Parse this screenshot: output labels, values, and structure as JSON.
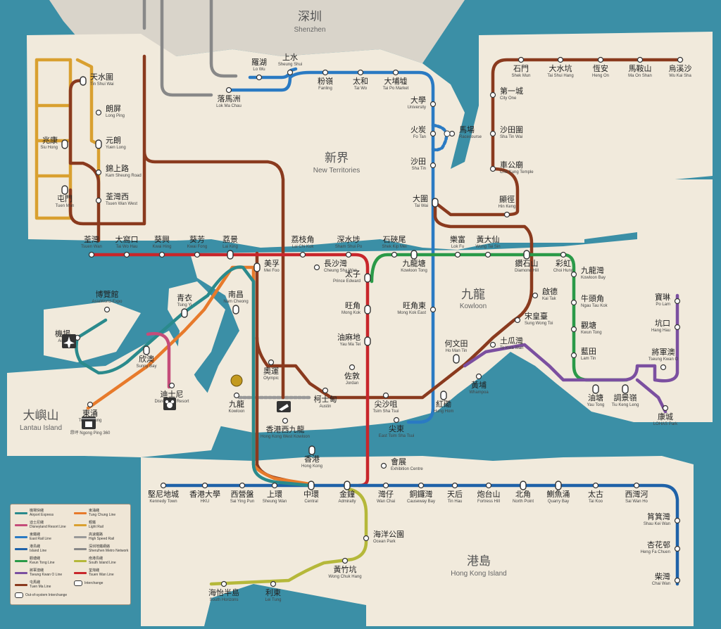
{
  "colors": {
    "sea": "#3b8fa6",
    "land": "#f1eadc",
    "land_grey": "#d9d4ca",
    "airport_express": "#2a8a8c",
    "tung_chung": "#e77a2b",
    "disneyland": "#c54c7a",
    "east_rail": "#2a7ac3",
    "kwun_tong": "#2a9a48",
    "tsuen_wan": "#c8262b",
    "island": "#1f62a8",
    "south_island": "#b5b83a",
    "tseung_kwan_o": "#7b4fa0",
    "tuen_ma": "#8a3a1e",
    "light_rail": "#d9a030",
    "high_speed": "#999999",
    "shenzhen": "#888888"
  },
  "regions": {
    "shenzhen": {
      "zh": "深圳",
      "en": "Shenzhen"
    },
    "new_territories": {
      "zh": "新界",
      "en": "New Territories"
    },
    "kowloon": {
      "zh": "九龍",
      "en": "Kowloon"
    },
    "lantau": {
      "zh": "大嶼山",
      "en": "Lantau Island"
    },
    "hk_island": {
      "zh": "港島",
      "en": "Hong Kong Island"
    }
  },
  "stations": [
    {
      "zh": "天水圍",
      "en": "Tin Shui Wai"
    },
    {
      "zh": "朗屏",
      "en": "Long Ping"
    },
    {
      "zh": "元朗",
      "en": "Yuen Long"
    },
    {
      "zh": "兆康",
      "en": "Siu Hong"
    },
    {
      "zh": "錦上路",
      "en": "Kam Sheung Road"
    },
    {
      "zh": "屯門",
      "en": "Tuen Mun"
    },
    {
      "zh": "荃灣西",
      "en": "Tsuen Wan West"
    },
    {
      "zh": "羅湖",
      "en": "Lo Wu"
    },
    {
      "zh": "上水",
      "en": "Sheung Shui"
    },
    {
      "zh": "落馬洲",
      "en": "Lok Ma Chau"
    },
    {
      "zh": "粉嶺",
      "en": "Fanling"
    },
    {
      "zh": "太和",
      "en": "Tai Wo"
    },
    {
      "zh": "大埔墟",
      "en": "Tai Po Market"
    },
    {
      "zh": "大學",
      "en": "University"
    },
    {
      "zh": "火炭",
      "en": "Fo Tan"
    },
    {
      "zh": "馬場",
      "en": "Racecourse"
    },
    {
      "zh": "沙田",
      "en": "Sha Tin"
    },
    {
      "zh": "大圍",
      "en": "Tai Wai"
    },
    {
      "zh": "石門",
      "en": "Shek Mun"
    },
    {
      "zh": "大水坑",
      "en": "Tai Shui Hang"
    },
    {
      "zh": "恆安",
      "en": "Heng On"
    },
    {
      "zh": "馬鞍山",
      "en": "Ma On Shan"
    },
    {
      "zh": "烏溪沙",
      "en": "Wu Kai Sha"
    },
    {
      "zh": "第一城",
      "en": "City One"
    },
    {
      "zh": "沙田圍",
      "en": "Sha Tin Wai"
    },
    {
      "zh": "車公廟",
      "en": "Che Kung Temple"
    },
    {
      "zh": "顯徑",
      "en": "Hin Keng"
    },
    {
      "zh": "荃灣",
      "en": "Tsuen Wan"
    },
    {
      "zh": "大窩口",
      "en": "Tai Wo Hau"
    },
    {
      "zh": "葵興",
      "en": "Kwai Hing"
    },
    {
      "zh": "葵芳",
      "en": "Kwai Fong"
    },
    {
      "zh": "荔景",
      "en": "Lai King"
    },
    {
      "zh": "荔枝角",
      "en": "Lai Chi Kok"
    },
    {
      "zh": "深水埗",
      "en": "Sham Shui Po"
    },
    {
      "zh": "石硤尾",
      "en": "Shek Kip Mei"
    },
    {
      "zh": "樂富",
      "en": "Lok Fu"
    },
    {
      "zh": "黃大仙",
      "en": "Wong Tai Sin"
    },
    {
      "zh": "美孚",
      "en": "Mei Foo"
    },
    {
      "zh": "長沙灣",
      "en": "Cheung Sha Wan"
    },
    {
      "zh": "太子",
      "en": "Prince Edward"
    },
    {
      "zh": "九龍塘",
      "en": "Kowloon Tong"
    },
    {
      "zh": "鑽石山",
      "en": "Diamond Hill"
    },
    {
      "zh": "彩虹",
      "en": "Choi Hung"
    },
    {
      "zh": "九龍灣",
      "en": "Kowloon Bay"
    },
    {
      "zh": "博覽館",
      "en": "AsiaWorld-Expo"
    },
    {
      "zh": "青衣",
      "en": "Tsing Yi"
    },
    {
      "zh": "南昌",
      "en": "Nam Cheong"
    },
    {
      "zh": "旺角",
      "en": "Mong Kok"
    },
    {
      "zh": "旺角東",
      "en": "Mong Kok East"
    },
    {
      "zh": "啟德",
      "en": "Kai Tak"
    },
    {
      "zh": "牛頭角",
      "en": "Ngau Tau Kok"
    },
    {
      "zh": "寶琳",
      "en": "Po Lam"
    },
    {
      "zh": "機場",
      "en": "Airport"
    },
    {
      "zh": "宋皇臺",
      "en": "Sung Wong Toi"
    },
    {
      "zh": "觀塘",
      "en": "Kwun Tong"
    },
    {
      "zh": "坑口",
      "en": "Hang Hau"
    },
    {
      "zh": "油麻地",
      "en": "Yau Ma Tei"
    },
    {
      "zh": "土瓜灣",
      "en": "To Kwa Wan"
    },
    {
      "zh": "何文田",
      "en": "Ho Man Tin"
    },
    {
      "zh": "欣澳",
      "en": "Sunny Bay"
    },
    {
      "zh": "藍田",
      "en": "Lam Tin"
    },
    {
      "zh": "將軍澳",
      "en": "Tseung Kwan O"
    },
    {
      "zh": "奧運",
      "en": "Olympic"
    },
    {
      "zh": "佐敦",
      "en": "Jordan"
    },
    {
      "zh": "黃埔",
      "en": "Whampoa"
    },
    {
      "zh": "迪士尼",
      "en": "Disneyland Resort"
    },
    {
      "zh": "柯士甸",
      "en": "Austin"
    },
    {
      "zh": "尖沙咀",
      "en": "Tsim Sha Tsui"
    },
    {
      "zh": "紅磡",
      "en": "Hung Hom"
    },
    {
      "zh": "油塘",
      "en": "Yau Tong"
    },
    {
      "zh": "調景嶺",
      "en": "Tiu Keng Leng"
    },
    {
      "zh": "九龍",
      "en": "Kowloon"
    },
    {
      "zh": "東涌",
      "en": "Tung Chung"
    },
    {
      "zh": "香港西九龍",
      "en": "Hong Kong West Kowloon"
    },
    {
      "zh": "尖東",
      "en": "East Tsim Sha Tsui"
    },
    {
      "zh": "康城",
      "en": "LOHAS Park"
    },
    {
      "zh": "香港",
      "en": "Hong Kong"
    },
    {
      "zh": "會展",
      "en": "Exhibition Centre"
    },
    {
      "zh": "堅尼地城",
      "en": "Kennedy Town"
    },
    {
      "zh": "香港大學",
      "en": "HKU"
    },
    {
      "zh": "西營盤",
      "en": "Sai Ying Pun"
    },
    {
      "zh": "上環",
      "en": "Sheung Wan"
    },
    {
      "zh": "中環",
      "en": "Central"
    },
    {
      "zh": "金鐘",
      "en": "Admiralty"
    },
    {
      "zh": "灣仔",
      "en": "Wan Chai"
    },
    {
      "zh": "銅鑼灣",
      "en": "Causeway Bay"
    },
    {
      "zh": "天后",
      "en": "Tin Hau"
    },
    {
      "zh": "炮台山",
      "en": "Fortress Hill"
    },
    {
      "zh": "北角",
      "en": "North Point"
    },
    {
      "zh": "鰂魚涌",
      "en": "Quarry Bay"
    },
    {
      "zh": "太古",
      "en": "Tai Koo"
    },
    {
      "zh": "西灣河",
      "en": "Sai Wan Ho"
    },
    {
      "zh": "筲箕灣",
      "en": "Shau Kei Wan"
    },
    {
      "zh": "海洋公園",
      "en": "Ocean Park"
    },
    {
      "zh": "杏花邨",
      "en": "Heng Fa Chuen"
    },
    {
      "zh": "黃竹坑",
      "en": "Wong Chuk Hang"
    },
    {
      "zh": "柴灣",
      "en": "Chai Wan"
    },
    {
      "zh": "海怡半島",
      "en": "South Horizons"
    },
    {
      "zh": "利東",
      "en": "Lei Tung"
    }
  ],
  "extra_labels": {
    "ngong_ping": "昂坪 Ngong Ping 360"
  },
  "legend": [
    {
      "zh": "機場快綫",
      "en": "Airport Express"
    },
    {
      "zh": "東涌綫",
      "en": "Tung Chung Line"
    },
    {
      "zh": "迪士尼綫",
      "en": "Disneyland Resort Line"
    },
    {
      "zh": "輕鐵",
      "en": "Light Rail"
    },
    {
      "zh": "東鐵綫",
      "en": "East Rail Line"
    },
    {
      "zh": "高速鐵路",
      "en": "High Speed Rail"
    },
    {
      "zh": "港島綫",
      "en": "Island Line"
    },
    {
      "zh": "深圳地鐵網絡",
      "en": "Shenzhen Metro Network"
    },
    {
      "zh": "觀塘綫",
      "en": "Kwun Tong Line"
    },
    {
      "zh": "南港島綫",
      "en": "South Island Line"
    },
    {
      "zh": "將軍澳綫",
      "en": "Tseung Kwan O Line"
    },
    {
      "zh": "荃灣綫",
      "en": "Tsuen Wan Line"
    },
    {
      "zh": "屯馬綫",
      "en": "Tuen Ma Line"
    },
    {
      "zh": "",
      "en": "Interchange"
    },
    {
      "zh": "",
      "en": "Out-of-system Interchange"
    }
  ]
}
